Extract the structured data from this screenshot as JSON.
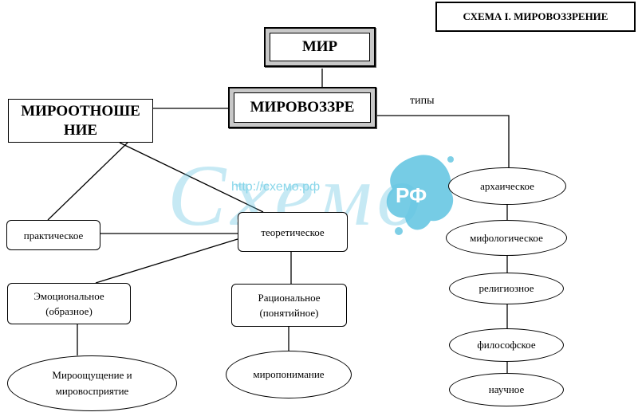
{
  "title": "СХЕМА I. МИРОВОЗЗРЕНИЕ",
  "nodes": {
    "mir": "МИР",
    "mirovozzre": "МИРОВОЗЗРЕ",
    "miro_line1": "МИРООТНОШЕ",
    "miro_line2": "НИЕ",
    "prakticheskoe": "практическое",
    "teoreticheskoe": "теоретическое",
    "emo_line1": "Эмоциональное",
    "emo_line2": "(образное)",
    "rat_line1": "Рациональное",
    "rat_line2": "(понятийное)",
    "mo_line1": "Мироощущение и",
    "mo_line2": "мировосприятие",
    "miroponimanie": "миропонимание"
  },
  "types_label": "типы",
  "types": [
    "архаическое",
    "мифологическое",
    "религиозное",
    "философское",
    "научное"
  ],
  "watermark": {
    "url": "http://схемо.рф",
    "big": "Схемо",
    "badge": "РФ",
    "color": "#5ec3e0"
  }
}
